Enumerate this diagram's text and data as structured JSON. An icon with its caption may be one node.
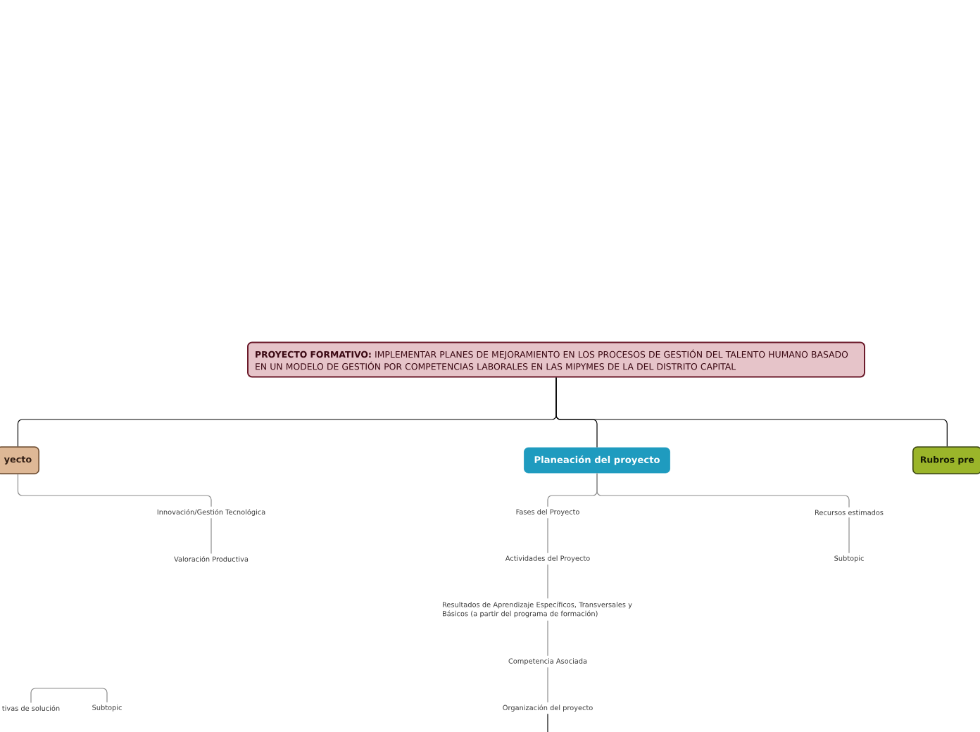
{
  "diagram": {
    "nodes": [
      {
        "text": [
          "**PROYECTO FORMATIVO:**  IMPLEMENTAR PLANES DE MEJORAMIENTO EN LOS PROCESOS DE GESTIÓN DEL TALENTO HUMANO BASADO EN UN MODELO DE GESTIÓN POR COMPETENCIAS LABORALES EN LAS MIPYMES DE LA DEL DISTRITO CAPITAL"
        ]
      },
      {
        "text": [
          "yecto"
        ]
      },
      {
        "text": [
          "Planeación del proyecto"
        ]
      },
      {
        "text": [
          "Rubros pre"
        ]
      },
      {
        "text": [
          "Innovación/Gestión Tecnológica"
        ]
      },
      {
        "text": [
          "Valoración Productiva"
        ]
      },
      {
        "text": [
          "tivas de solución"
        ]
      },
      {
        "text": [
          "Subtopic"
        ]
      },
      {
        "text": [
          "Fases del Proyecto"
        ]
      },
      {
        "text": [
          "Actividades del Proyecto"
        ]
      },
      {
        "text": [
          "Resultados de Aprendizaje Específicos, Transversales y Básicos (a partir del programa de formación)"
        ]
      },
      {
        "text": [
          "Competencia Asociada"
        ]
      },
      {
        "text": [
          "Organización del proyecto"
        ]
      },
      {
        "text": [
          "Recursos estimados"
        ]
      },
      {
        "text": [
          "Subtopic"
        ]
      }
    ],
    "edges": [
      {
        "from": 0,
        "to": 1,
        "arrow": "none",
        "color": "#000000"
      },
      {
        "from": 0,
        "to": 2,
        "arrow": "none",
        "color": "#000000"
      },
      {
        "from": 0,
        "to": 3,
        "arrow": "none",
        "color": "#000000"
      },
      {
        "from": 1,
        "to": 4,
        "arrow": "none"
      },
      {
        "from": 4,
        "to": 5,
        "arrow": "none"
      },
      {
        "from": 6,
        "to": 7,
        "arrow": "none"
      },
      {
        "from": 2,
        "to": 8,
        "arrow": "none"
      },
      {
        "from": 2,
        "to": 13,
        "arrow": "none"
      },
      {
        "from": 8,
        "to": 9,
        "arrow": "none"
      },
      {
        "from": 9,
        "to": 10,
        "arrow": "none"
      },
      {
        "from": 10,
        "to": 11,
        "arrow": "none"
      },
      {
        "from": 11,
        "to": 12,
        "arrow": "none"
      },
      {
        "from": 12,
        "to": null,
        "arrow": "none",
        "color": "#000000"
      },
      {
        "from": 13,
        "to": 14,
        "arrow": "none"
      }
    ]
  }
}
